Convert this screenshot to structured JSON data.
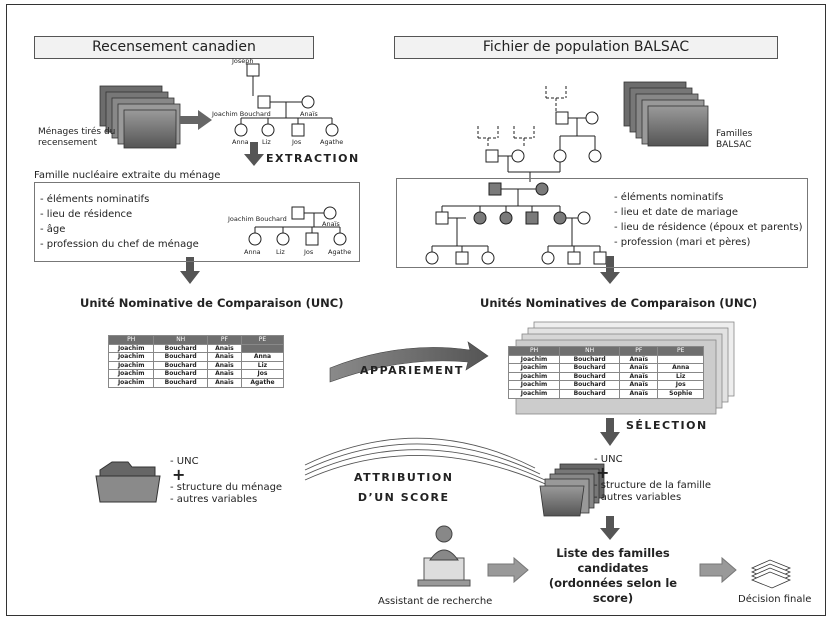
{
  "census": {
    "header": "Recensement canadien",
    "households_label": [
      "Ménages tirés du",
      "recensement"
    ],
    "tree_top_names": {
      "grandfather": "Joseph",
      "father": "Joachim Bouchard",
      "mother": "Anaïs",
      "children": [
        "Anna",
        "Liz",
        "Jos",
        "Agathe"
      ]
    },
    "extraction_label": "EXTRACTION",
    "family_box_title": "Famille nucléaire extraite du ménage",
    "family_items": [
      "- éléments nominatifs",
      "- lieu de résidence",
      "- âge",
      "- profession du chef de ménage"
    ],
    "tree_box_names": {
      "father": "Joachim Bouchard",
      "mother": "Anaïs",
      "children": [
        "Anna",
        "Liz",
        "Jos",
        "Agathe"
      ]
    },
    "unc_title": "Unité Nominative de Comparaison (UNC)",
    "unc_table": {
      "headers": [
        "PH",
        "NH",
        "PF",
        "PE"
      ],
      "rows": [
        [
          "Joachim",
          "Bouchard",
          "Anaïs",
          ""
        ],
        [
          "Joachim",
          "Bouchard",
          "Anaïs",
          "Anna"
        ],
        [
          "Joachim",
          "Bouchard",
          "Anaïs",
          "Liz"
        ],
        [
          "Joachim",
          "Bouchard",
          "Anaïs",
          "Jos"
        ],
        [
          "Joachim",
          "Bouchard",
          "Anaïs",
          "Agathe"
        ]
      ]
    },
    "bottom_items": {
      "unc": "- UNC",
      "plus": "+",
      "structure": "- structure du ménage",
      "others": "- autres variables"
    }
  },
  "balsac": {
    "header": "Fichier de population BALSAC",
    "families_label": [
      "Familles",
      "BALSAC"
    ],
    "family_items": [
      "- éléments nominatifs",
      "- lieu et date de mariage",
      "- lieu de résidence (époux et parents)",
      "- profession (mari et pères)"
    ],
    "unc_title": "Unités Nominatives de Comparaison (UNC)",
    "unc_table": {
      "headers": [
        "PH",
        "NH",
        "PF",
        "PE"
      ],
      "rows": [
        [
          "Joachim",
          "Bouchard",
          "Anaïs",
          ""
        ],
        [
          "Joachim",
          "Bouchard",
          "Anaïs",
          "Anna"
        ],
        [
          "Joachim",
          "Bouchard",
          "Anaïs",
          "Liz"
        ],
        [
          "Joachim",
          "Bouchard",
          "Anaïs",
          "Jos"
        ],
        [
          "Joachim",
          "Bouchard",
          "Anaïs",
          "Sophie"
        ]
      ]
    },
    "selection_label": "SÉLECTION",
    "bottom_items": {
      "unc": "- UNC",
      "plus": "+",
      "structure": "- structure de la famille",
      "others": "- autres variables"
    }
  },
  "matching_label": "APPARIEMENT",
  "score_label": [
    "ATTRIBUTION",
    "D’UN SCORE"
  ],
  "candidates_label": [
    "Liste des familles",
    "candidates",
    "(ordonnées selon le score)"
  ],
  "assistant_label": "Assistant de recherche",
  "final_label": "Décision finale"
}
